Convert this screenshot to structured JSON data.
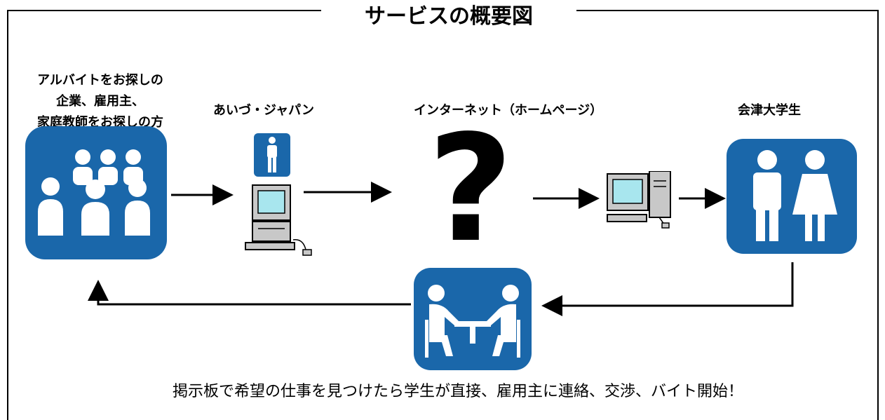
{
  "title": "サービスの概要図",
  "labels": {
    "employers": [
      "アルバイトをお探しの",
      "企業、雇用主、",
      "家庭教師をお探しの方"
    ],
    "aizu_japan": "あいづ・ジャパン",
    "internet": "インターネット（ホームページ）",
    "students": "会津大学生"
  },
  "question_mark": "?",
  "caption": "掲示板で希望の仕事を見つけたら学生が直接、雇用主に連絡、交渉、バイト開始！",
  "colors": {
    "icon_blue": "#1a67aa",
    "line": "#000000",
    "screen": "#a8e6ee",
    "computer_body": "#c8c8c8"
  },
  "icons": [
    "group-icon",
    "person-icon",
    "computer-icon",
    "question-mark-icon",
    "computer-icon",
    "students-icon",
    "meeting-icon"
  ]
}
